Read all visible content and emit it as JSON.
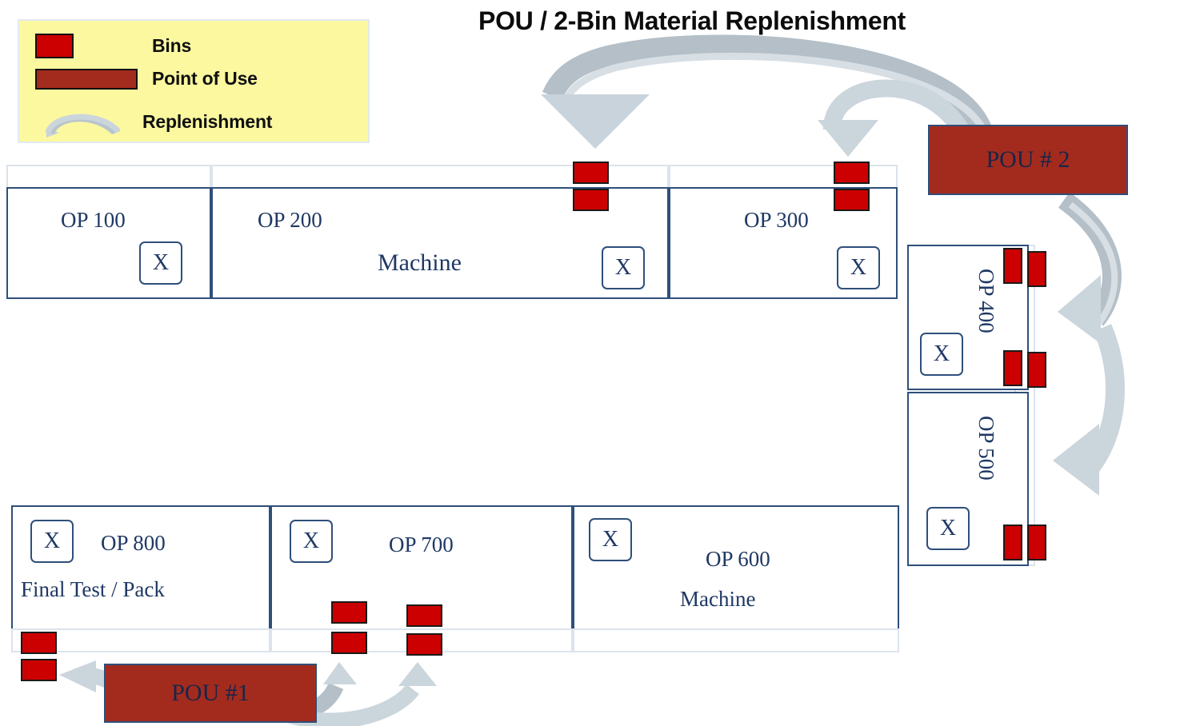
{
  "title": "POU / 2-Bin Material Replenishment",
  "legend": {
    "items": [
      {
        "icon": "bin-swatch",
        "label": "Bins"
      },
      {
        "icon": "point-of-use-swatch",
        "label": "Point of Use"
      },
      {
        "icon": "replenishment-arrow-icon",
        "label": "Replenishment"
      }
    ]
  },
  "colors": {
    "bin_red": "#CC0000",
    "pou_brick": "#A32B1E",
    "navy_text": "#1F3864",
    "cell_border": "#2E4F7A",
    "strip_border": "#DCE3EC",
    "legend_bg": "#FBF8A0",
    "arrow_gray": "#C9D3DB",
    "arrow_gray_dark": "#A9B4BC"
  },
  "stations": [
    {
      "id": "op100",
      "label": "OP 100",
      "sublabel": "",
      "marker": "X",
      "bins": 0
    },
    {
      "id": "op200",
      "label": "OP 200",
      "sublabel": "Machine",
      "marker": "X",
      "bins": 2
    },
    {
      "id": "op300",
      "label": "OP 300",
      "sublabel": "",
      "marker": "X",
      "bins": 2
    },
    {
      "id": "op400",
      "label": "OP 400",
      "sublabel": "",
      "marker": "X",
      "bins": 4
    },
    {
      "id": "op500",
      "label": "OP 500",
      "sublabel": "",
      "marker": "X",
      "bins": 2
    },
    {
      "id": "op600",
      "label": "OP 600",
      "sublabel": "Machine",
      "marker": "X",
      "bins": 0
    },
    {
      "id": "op700",
      "label": "OP 700",
      "sublabel": "",
      "marker": "X",
      "bins": 4
    },
    {
      "id": "op800",
      "label": "OP 800",
      "sublabel": "Final Test / Pack",
      "marker": "X",
      "bins": 2
    }
  ],
  "pou": [
    {
      "id": "pou1",
      "label": "POU #1"
    },
    {
      "id": "pou2",
      "label": "POU # 2"
    }
  ]
}
